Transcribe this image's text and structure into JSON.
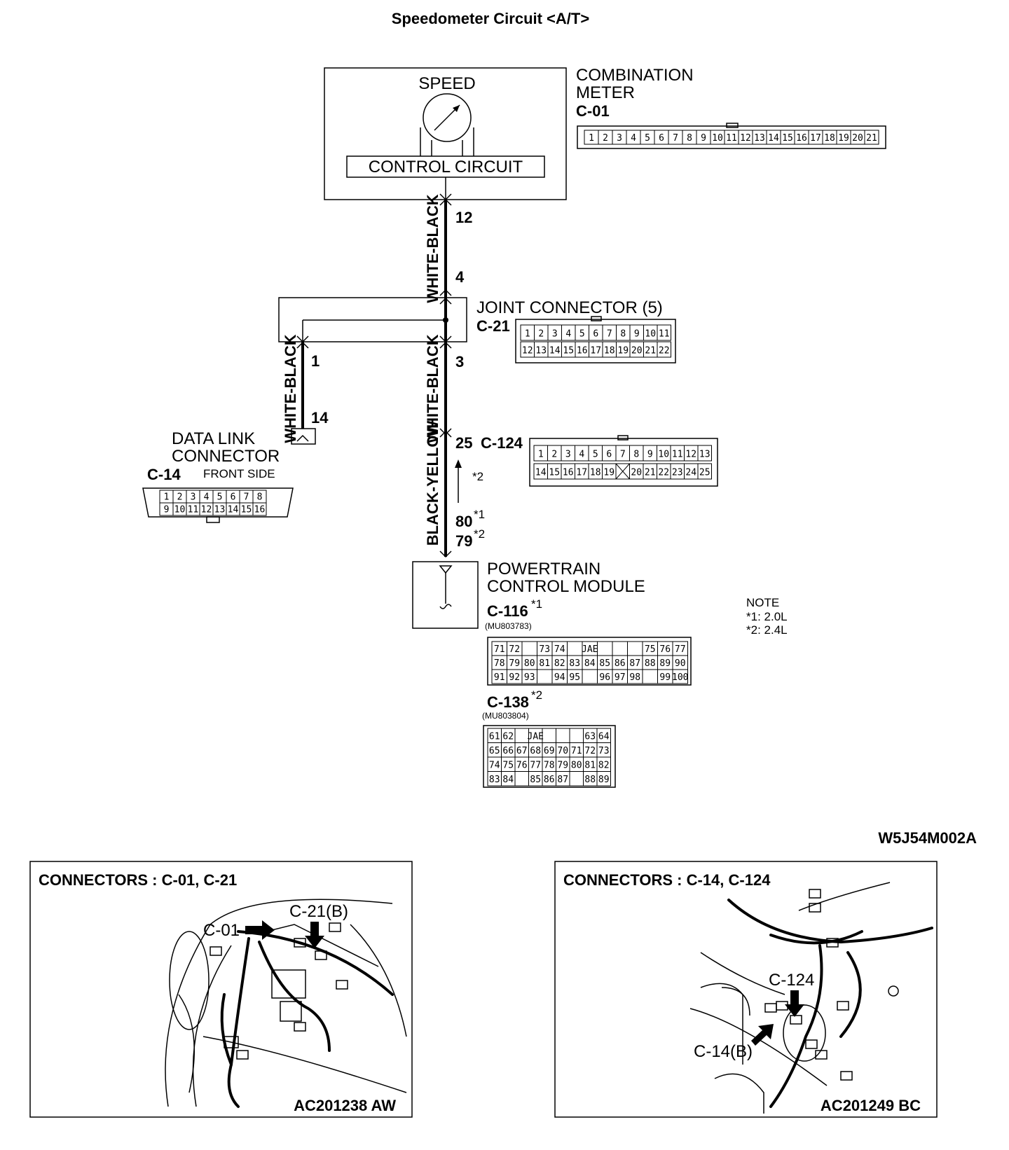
{
  "title": "Speedometer Circuit <A/T>",
  "figure_code": "W5J54M002A",
  "combination_meter": {
    "name_line1": "COMBINATION",
    "name_line2": "METER",
    "connector": "C-01",
    "gauge_label": "SPEED",
    "circuit_label": "CONTROL CIRCUIT",
    "pins": [
      "1",
      "2",
      "3",
      "4",
      "5",
      "6",
      "7",
      "8",
      "9",
      "10",
      "11",
      "12",
      "13",
      "14",
      "15",
      "16",
      "17",
      "18",
      "19",
      "20",
      "21"
    ]
  },
  "joint_connector": {
    "name": "JOINT CONNECTOR (5)",
    "connector": "C-21",
    "pins_row1": [
      "1",
      "2",
      "3",
      "4",
      "5",
      "6",
      "7",
      "8",
      "9",
      "10",
      "11"
    ],
    "pins_row2": [
      "12",
      "13",
      "14",
      "15",
      "16",
      "17",
      "18",
      "19",
      "20",
      "21",
      "22"
    ]
  },
  "data_link_connector": {
    "name_line1": "DATA LINK",
    "name_line2": "CONNECTOR",
    "connector": "C-14",
    "side": "FRONT SIDE",
    "pins_row1": [
      "1",
      "2",
      "3",
      "4",
      "5",
      "6",
      "7",
      "8"
    ],
    "pins_row2": [
      "9",
      "10",
      "11",
      "12",
      "13",
      "14",
      "15",
      "16"
    ]
  },
  "intermediate_connector": {
    "connector": "C-124",
    "pins_row1": [
      "1",
      "2",
      "3",
      "4",
      "5",
      "6",
      "7",
      "8",
      "9",
      "10",
      "11",
      "12",
      "13"
    ],
    "pins_row2": [
      "14",
      "15",
      "16",
      "17",
      "18",
      "19",
      "",
      "20",
      "21",
      "22",
      "23",
      "24",
      "25"
    ]
  },
  "pcm": {
    "name_line1": "POWERTRAIN",
    "name_line2": "CONTROL MODULE",
    "connector_a": "C-116",
    "connector_a_mark": "*1",
    "connector_a_part": "(MU803783)",
    "connector_a_rows": [
      [
        "71",
        "72",
        "",
        "73",
        "74",
        "",
        "JAE",
        "",
        "",
        "",
        "75",
        "76",
        "77"
      ],
      [
        "78",
        "79",
        "80",
        "81",
        "82",
        "83",
        "84",
        "85",
        "86",
        "87",
        "88",
        "89",
        "90"
      ],
      [
        "91",
        "92",
        "93",
        "",
        "94",
        "95",
        "",
        "96",
        "97",
        "98",
        "",
        "99",
        "100"
      ]
    ],
    "connector_b": "C-138",
    "connector_b_mark": "*2",
    "connector_b_part": "(MU803804)",
    "connector_b_rows": [
      [
        "61",
        "62",
        "",
        "JAE",
        "",
        "",
        "",
        "63",
        "64"
      ],
      [
        "65",
        "66",
        "67",
        "68",
        "69",
        "70",
        "71",
        "72",
        "73"
      ],
      [
        "74",
        "75",
        "76",
        "77",
        "78",
        "79",
        "80",
        "81",
        "82"
      ],
      [
        "83",
        "84",
        "",
        "85",
        "86",
        "87",
        "",
        "88",
        "89"
      ]
    ]
  },
  "wires": {
    "meter_to_joint_color": "WHITE-BLACK",
    "joint_to_dlc_color": "WHITE-BLACK",
    "joint_to_c124_color": "WHITE-BLACK",
    "c124_to_pcm_color": "BLACK-YELLOW"
  },
  "pin_labels": {
    "meter_pin": "12",
    "joint_in": "4",
    "joint_out_left": "1",
    "joint_out_right": "3",
    "dlc_pin": "14",
    "c124_pin": "25",
    "pcm_pin_a": "80",
    "pcm_pin_a_mark": "*1",
    "pcm_pin_b": "79",
    "pcm_pin_b_mark": "*2",
    "arrow_mark": "*2"
  },
  "note": {
    "heading": "NOTE",
    "line1": "*1: 2.0L",
    "line2": "*2: 2.4L"
  },
  "panels": [
    {
      "title": "CONNECTORS : C-01, C-21",
      "callout_a": "C-01",
      "callout_b": "C-21(B)",
      "code": "AC201238  AW"
    },
    {
      "title": "CONNECTORS : C-14, C-124",
      "callout_a": "C-124",
      "callout_b": "C-14(B)",
      "code": "AC201249  BC"
    }
  ]
}
